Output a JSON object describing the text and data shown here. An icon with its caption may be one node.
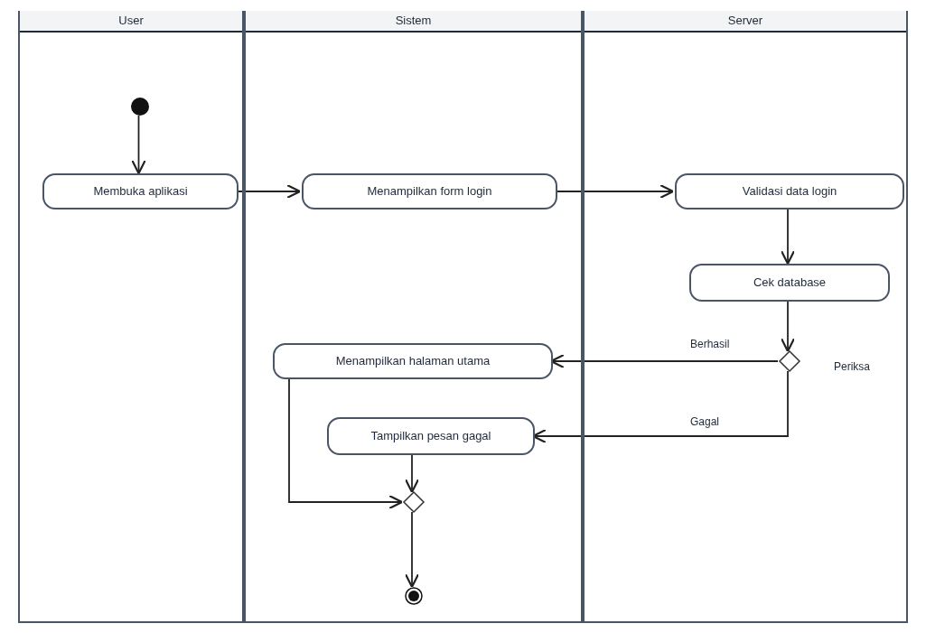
{
  "diagram": {
    "nodes": [
      {
        "text": [
          "User"
        ]
      },
      {
        "text": [
          "Sistem"
        ]
      },
      {
        "text": [
          "Server"
        ]
      },
      {
        "text": [],
        "shape": "circle",
        "in": 0
      },
      {
        "text": [
          "Membuka aplikasi"
        ],
        "in": 0
      },
      {
        "text": [
          "Menampilkan form login"
        ],
        "in": 1
      },
      {
        "text": [
          "Validasi data login"
        ],
        "in": 2
      },
      {
        "text": [
          "Cek database"
        ],
        "in": 2
      },
      {
        "text": [],
        "shape": "diamond",
        "in": 2,
        "beside": [
          "Periksa"
        ]
      },
      {
        "text": [
          "Menampilkan halaman utama"
        ],
        "in": 1
      },
      {
        "text": [
          "Tampilkan pesan gagal"
        ],
        "in": 1
      },
      {
        "text": [],
        "shape": "diamond",
        "in": 1
      },
      {
        "text": [],
        "shape": "circle",
        "in": 1
      }
    ],
    "edges": [
      {
        "from": 3,
        "to": 4,
        "arrow": "to"
      },
      {
        "from": 4,
        "to": 5,
        "arrow": "to"
      },
      {
        "from": 5,
        "to": 6,
        "arrow": "to"
      },
      {
        "from": 6,
        "to": 7,
        "arrow": "to"
      },
      {
        "from": 7,
        "to": 8,
        "arrow": "to"
      },
      {
        "from": 8,
        "to": 9,
        "arrow": "to",
        "label": "Berhasil"
      },
      {
        "from": 8,
        "to": 10,
        "arrow": "to",
        "label": "Gagal"
      },
      {
        "from": 9,
        "to": 11,
        "arrow": "to"
      },
      {
        "from": 10,
        "to": 11,
        "arrow": "to"
      },
      {
        "from": 11,
        "to": 12,
        "arrow": "to"
      }
    ]
  }
}
